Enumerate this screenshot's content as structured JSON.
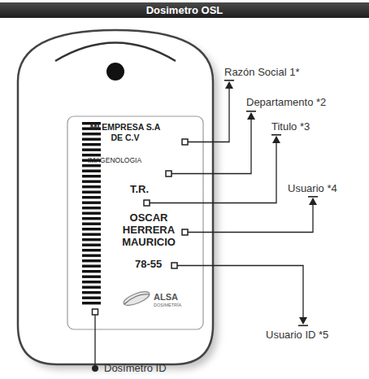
{
  "diagram": {
    "title": "Dosimetro OSL",
    "nodes": [
      {
        "text": [
          "MI EMPRESA S.A DE C.V",
          "IMAGENOLOGIA",
          "T.R.",
          "OSCAR HERRERA MAURICIO",
          "78-55",
          "ALSA",
          "DOSIMETRÍA"
        ]
      }
    ],
    "labels": [
      "Razón Social 1*",
      "Departamento *2",
      "Titulo *3",
      "Usuario *4",
      "Usuario ID *5",
      "Dosímetro ID"
    ]
  }
}
